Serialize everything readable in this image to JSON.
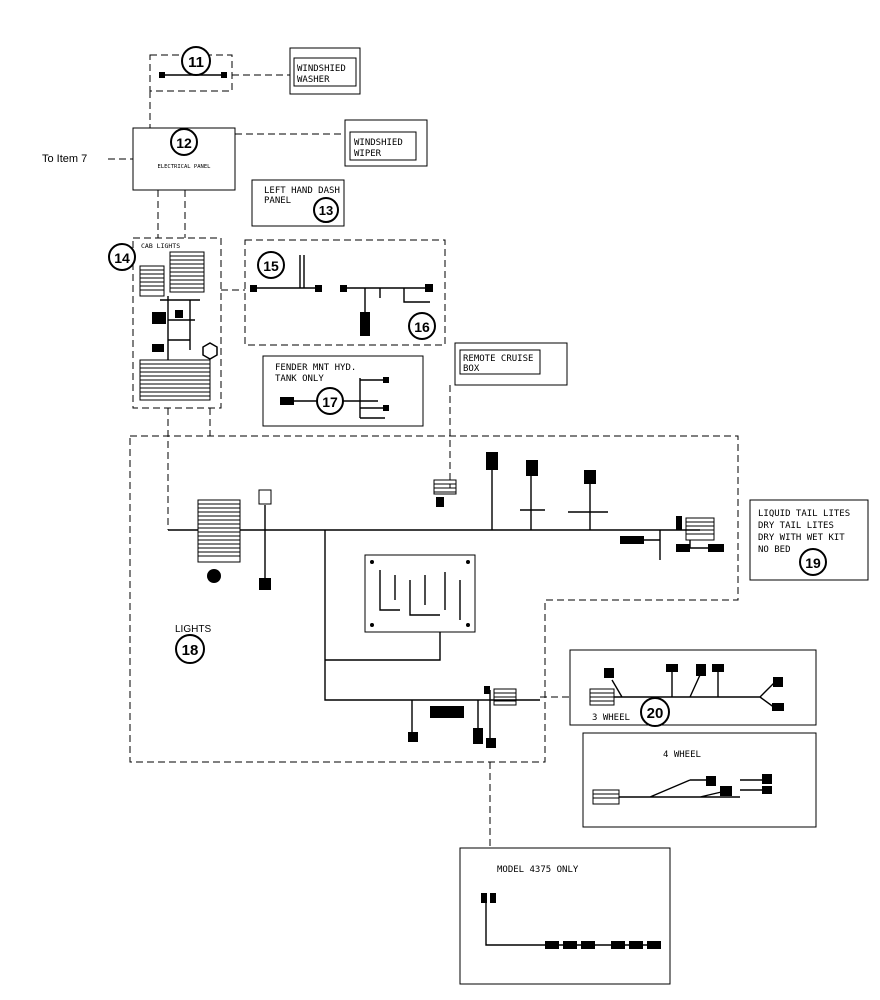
{
  "callouts": {
    "c11": "11",
    "c12": "12",
    "c13": "13",
    "c14": "14",
    "c15": "15",
    "c16": "16",
    "c17": "17",
    "c18": "18",
    "c19": "19",
    "c20": "20"
  },
  "labels": {
    "washer_l1": "WINDSHIED",
    "washer_l2": "WASHER",
    "wiper_l1": "WINDSHIED",
    "wiper_l2": "WIPER",
    "to_item": "To Item 7",
    "electrical_panel": "ELECTRICAL PANEL",
    "dash_l1": "LEFT HAND DASH",
    "dash_l2": "PANEL",
    "cab_lights": "CAB LIGHTS",
    "fender_l1": "FENDER MNT HYD.",
    "fender_l2": "TANK ONLY",
    "cruise_l1": "REMOTE CRUISE",
    "cruise_l2": "BOX",
    "tail_l1": "LIQUID TAIL LITES",
    "tail_l2": "DRY TAIL LITES",
    "tail_l3": "DRY WITH WET KIT",
    "tail_l4": "NO BED",
    "lights": "LIGHTS",
    "three_wheel": "3 WHEEL",
    "four_wheel": "4 WHEEL",
    "model": "MODEL 4375 ONLY"
  }
}
